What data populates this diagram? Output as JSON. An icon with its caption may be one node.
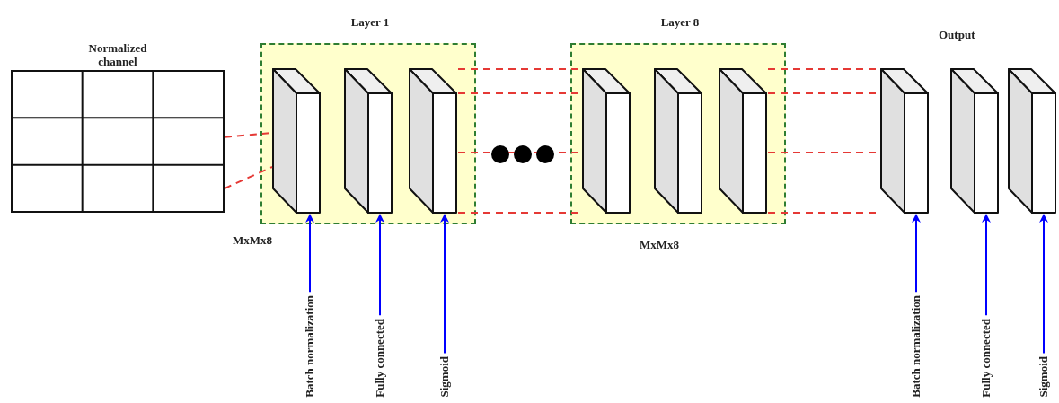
{
  "diagram": {
    "nodes": [
      {
        "text": [
          "Normalized channel"
        ]
      },
      {
        "text": [
          "Layer 1"
        ],
        "beside": [
          "MxMx8"
        ]
      },
      {
        "text": [],
        "shape": "box",
        "in": 1
      },
      {
        "text": [],
        "shape": "box",
        "in": 1
      },
      {
        "text": [],
        "shape": "box",
        "in": 1
      },
      {
        "text": [
          "Layer 8"
        ],
        "beside": [
          "MxMx8"
        ]
      },
      {
        "text": [],
        "shape": "box",
        "in": 5
      },
      {
        "text": [],
        "shape": "box",
        "in": 5
      },
      {
        "text": [],
        "shape": "box",
        "in": 5
      },
      {
        "text": [],
        "shape": "box"
      },
      {
        "text": [],
        "shape": "box"
      },
      {
        "text": [],
        "shape": "box"
      },
      {
        "text": [
          "Batch normalization"
        ]
      },
      {
        "text": [
          "Fully connected"
        ]
      },
      {
        "text": [
          "Sigmoid"
        ]
      },
      {
        "text": [
          "Batch normalization"
        ]
      },
      {
        "text": [
          "Fully connected"
        ]
      },
      {
        "text": [
          "Sigmoid"
        ]
      }
    ],
    "edges": [
      {
        "from": 0,
        "to": 2,
        "arrow": "none",
        "style": "dashed"
      },
      {
        "from": 0,
        "to": 2,
        "arrow": "none",
        "style": "dashed"
      },
      {
        "from": 4,
        "to": 6,
        "arrow": "none",
        "style": "dashed"
      },
      {
        "from": 4,
        "to": 6,
        "arrow": "none",
        "style": "dashed"
      },
      {
        "from": 4,
        "to": 6,
        "arrow": "none",
        "style": "dashed"
      },
      {
        "from": 4,
        "to": 6,
        "arrow": "none",
        "style": "dashed"
      },
      {
        "from": 8,
        "to": 9,
        "arrow": "none",
        "style": "dashed"
      },
      {
        "from": 8,
        "to": 9,
        "arrow": "none",
        "style": "dashed"
      },
      {
        "from": 8,
        "to": 9,
        "arrow": "none",
        "style": "dashed"
      },
      {
        "from": 8,
        "to": 9,
        "arrow": "none",
        "style": "dashed"
      },
      {
        "from": 12,
        "to": 2,
        "arrow": "to",
        "color": "#0000ff"
      },
      {
        "from": 13,
        "to": 3,
        "arrow": "to",
        "color": "#0000ff"
      },
      {
        "from": 14,
        "to": 4,
        "arrow": "to",
        "color": "#0000ff"
      },
      {
        "from": 15,
        "to": 9,
        "arrow": "to",
        "color": "#0000ff"
      },
      {
        "from": 16,
        "to": 10,
        "arrow": "to",
        "color": "#0000ff"
      },
      {
        "from": 17,
        "to": 11,
        "arrow": "to",
        "color": "#0000ff"
      }
    ],
    "labels": [
      "Output"
    ]
  }
}
